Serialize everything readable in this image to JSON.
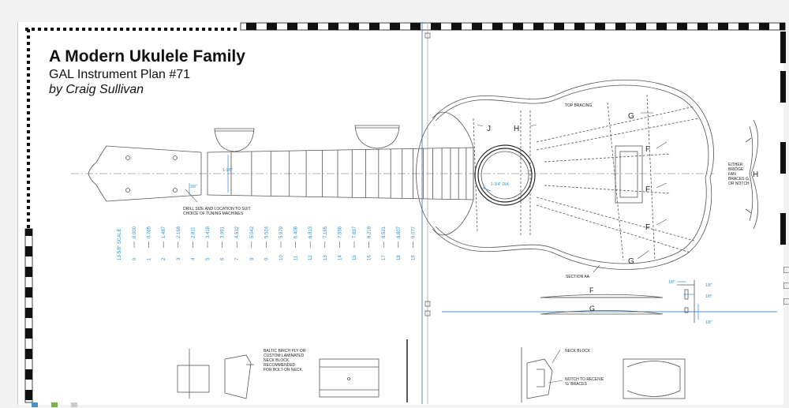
{
  "document": {
    "title": "A Modern Ukulele Family",
    "subtitle": "GAL Instrument Plan #71",
    "author": "by Craig Sullivan"
  },
  "annotations": {
    "top_bracing": "TOP BRACING",
    "section_aa": "SECTION AA",
    "drill_note_line1": "DRILL SIZE AND LOCATION TO SUIT",
    "drill_note_line2": "CHOICE OF TUNING MACHINES",
    "neck_block_line1": "BALTIC BIRCH PLY OR",
    "neck_block_line2": "CUSTOM LAMINATED",
    "neck_block_line3": "NECK BLOCK.",
    "neck_block_line4": "RECOMMENDED",
    "neck_block_line5": "FOR BOLT-ON NECK.",
    "neck_block_label": "NECK BLOCK",
    "notch_line1": "NOTCH TO RECEIVE",
    "notch_line2": "'G' BRACES",
    "bridge_line1": "EITHER",
    "bridge_line2": "BRIDGE",
    "bridge_line3": "FAN",
    "bridge_line4": "BRACES G,",
    "bridge_line5": "OR NOTCH",
    "soundhole_dia": "1-3/4\" DIA.",
    "nut_width": "1-1/8\"",
    "peg_spacing": "3/8\"",
    "dim_eighth": "1/8\""
  },
  "brace_labels": {
    "j": "J",
    "h": "H",
    "h_side": "H",
    "g_top": "G",
    "g_bottom": "G",
    "f1": "F",
    "f2": "F",
    "f3": "F",
    "section_f": "F",
    "section_g": "G"
  },
  "fret_scale": {
    "label": "13-5/8\" SCALE",
    "frets": [
      {
        "n": "0",
        "d": "0.000"
      },
      {
        "n": "1",
        "d": "0.765"
      },
      {
        "n": "2",
        "d": "1.487"
      },
      {
        "n": "3",
        "d": "2.168"
      },
      {
        "n": "4",
        "d": "2.811"
      },
      {
        "n": "5",
        "d": "3.418"
      },
      {
        "n": "6",
        "d": "3.991"
      },
      {
        "n": "7",
        "d": "4.532"
      },
      {
        "n": "8",
        "d": "5.042"
      },
      {
        "n": "9",
        "d": "5.524"
      },
      {
        "n": "10",
        "d": "5.979"
      },
      {
        "n": "11",
        "d": "6.408"
      },
      {
        "n": "12",
        "d": "6.813"
      },
      {
        "n": "13",
        "d": "7.195"
      },
      {
        "n": "14",
        "d": "7.556"
      },
      {
        "n": "15",
        "d": "7.897"
      },
      {
        "n": "16",
        "d": "8.218"
      },
      {
        "n": "17",
        "d": "8.521"
      },
      {
        "n": "18",
        "d": "8.807"
      },
      {
        "n": "19",
        "d": "9.077"
      }
    ]
  },
  "colors": {
    "dimension_blue": "#2b8fd6",
    "line": "#555555",
    "border": "#111111"
  }
}
